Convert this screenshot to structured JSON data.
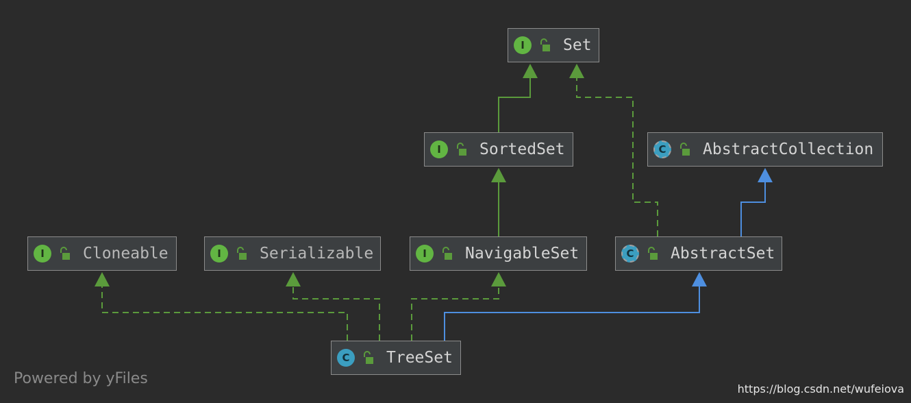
{
  "nodes": {
    "set": {
      "label": "Set",
      "kind_letter": "I"
    },
    "sortedset": {
      "label": "SortedSet",
      "kind_letter": "I"
    },
    "abstractcollection": {
      "label": "AbstractCollection",
      "kind_letter": "C"
    },
    "cloneable": {
      "label": "Cloneable",
      "kind_letter": "I"
    },
    "serializable": {
      "label": "Serializable",
      "kind_letter": "I"
    },
    "navigableset": {
      "label": "NavigableSet",
      "kind_letter": "I"
    },
    "abstractset": {
      "label": "AbstractSet",
      "kind_letter": "C"
    },
    "treeset": {
      "label": "TreeSet",
      "kind_letter": "C"
    }
  },
  "footer": "Powered by yFiles",
  "watermark": "https://blog.csdn.net/wufeiova",
  "colors": {
    "background": "#2b2b2b",
    "implements_edge": "#5b9b3c",
    "extends_edge": "#4e8fe0",
    "interface_icon": "#62b543",
    "class_icon": "#3b9ec0"
  },
  "edges": [
    {
      "from": "sortedset",
      "to": "set",
      "style": "solid",
      "color": "green"
    },
    {
      "from": "abstractset",
      "to": "set",
      "style": "dashed",
      "color": "green"
    },
    {
      "from": "navigableset",
      "to": "sortedset",
      "style": "solid",
      "color": "green"
    },
    {
      "from": "abstractset",
      "to": "abstractcollection",
      "style": "solid",
      "color": "blue"
    },
    {
      "from": "treeset",
      "to": "cloneable",
      "style": "dashed",
      "color": "green"
    },
    {
      "from": "treeset",
      "to": "serializable",
      "style": "dashed",
      "color": "green"
    },
    {
      "from": "treeset",
      "to": "navigableset",
      "style": "dashed",
      "color": "green"
    },
    {
      "from": "treeset",
      "to": "abstractset",
      "style": "solid",
      "color": "blue"
    }
  ]
}
